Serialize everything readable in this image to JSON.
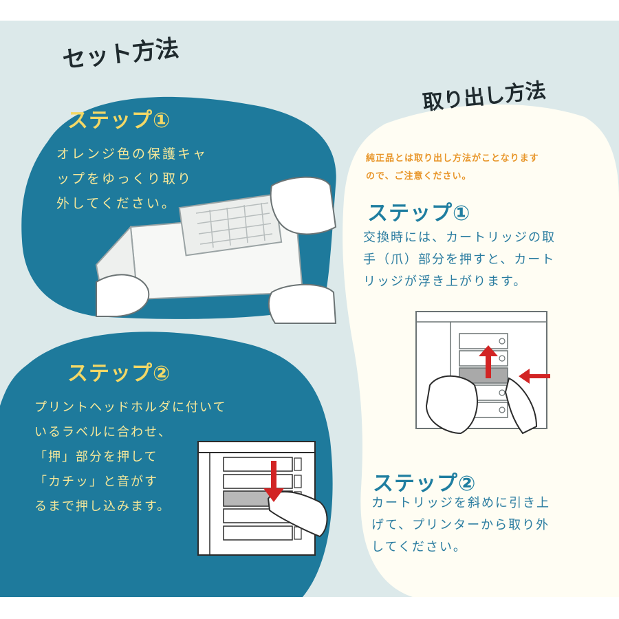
{
  "set_method": {
    "title": "セット方法",
    "step1": {
      "label": "ステップ①",
      "text": "オレンジ色の保護キャ\nップをゆっくり取り\n外してください。"
    },
    "step2": {
      "label": "ステップ②",
      "text": "プリントヘッドホルダに付いて\nいるラベルに合わせ、\n「押」部分を押して\n「カチッ」と音がす\nるまで押し込みます。"
    }
  },
  "removal_method": {
    "title": "取り出し方法",
    "note": "純正品とは取り出し方法がことなります\nので、ご注意ください。",
    "step1": {
      "label": "ステップ①",
      "text": "交換時には、カートリッジの取\n手（爪）部分を押すと、カート\nリッジが浮き上がります。"
    },
    "step2": {
      "label": "ステップ②",
      "text": "カートリッジを斜めに引き上\nげて、プリンターから取り外\nしてください。"
    }
  },
  "colors": {
    "background": "#dce9ea",
    "blob_blue": "#1e7a9c",
    "blob_cream": "#fffdf3",
    "accent_yellow": "#f3d866",
    "accent_orange": "#e8962a",
    "arrow_red": "#d22424"
  }
}
